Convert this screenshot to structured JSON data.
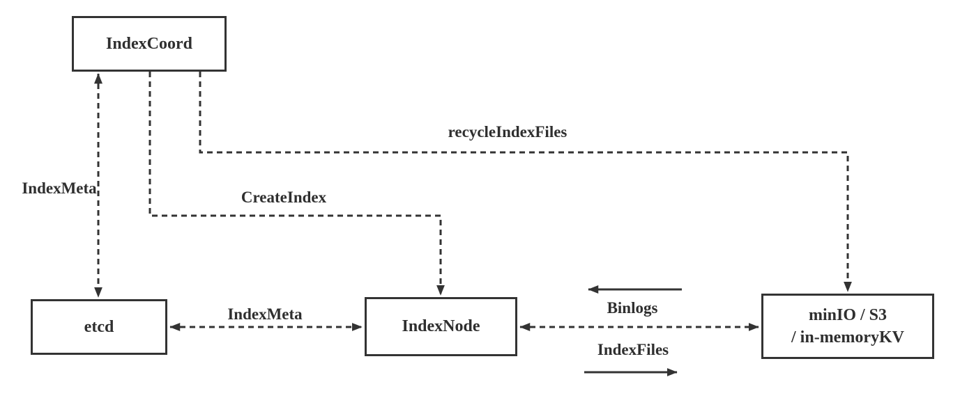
{
  "diagram_title": "index-service-architecture",
  "colors": {
    "line": "#333333",
    "background": "#ffffff",
    "text": "#2f2f2f"
  },
  "nodes": {
    "index_coord": {
      "label": "IndexCoord"
    },
    "etcd": {
      "label": "etcd"
    },
    "index_node": {
      "label": "IndexNode"
    },
    "storage": {
      "line1": "minIO / S3",
      "line2": "/ in-memoryKV"
    }
  },
  "edges": {
    "index_meta_left": {
      "label": "IndexMeta",
      "from": "IndexCoord",
      "to": "etcd",
      "style": "dashed",
      "direction": "both"
    },
    "create_index": {
      "label": "CreateIndex",
      "from": "IndexCoord",
      "to": "IndexNode",
      "style": "dashed",
      "direction": "to"
    },
    "recycle_index_files": {
      "label": "recycleIndexFiles",
      "from": "IndexCoord",
      "to": "minIO / S3 / in-memoryKV",
      "style": "dashed",
      "direction": "to"
    },
    "index_meta_bottom": {
      "label": "IndexMeta",
      "from": "etcd",
      "to": "IndexNode",
      "style": "dashed",
      "direction": "both"
    },
    "node_storage_link": {
      "label": "",
      "from": "IndexNode",
      "to": "minIO / S3 / in-memoryKV",
      "style": "dashed",
      "direction": "both"
    },
    "binlogs": {
      "label": "Binlogs",
      "from": "minIO / S3 / in-memoryKV",
      "to": "IndexNode",
      "style": "solid",
      "direction": "to"
    },
    "index_files": {
      "label": "IndexFiles",
      "from": "IndexNode",
      "to": "minIO / S3 / in-memoryKV",
      "style": "solid",
      "direction": "to"
    }
  }
}
